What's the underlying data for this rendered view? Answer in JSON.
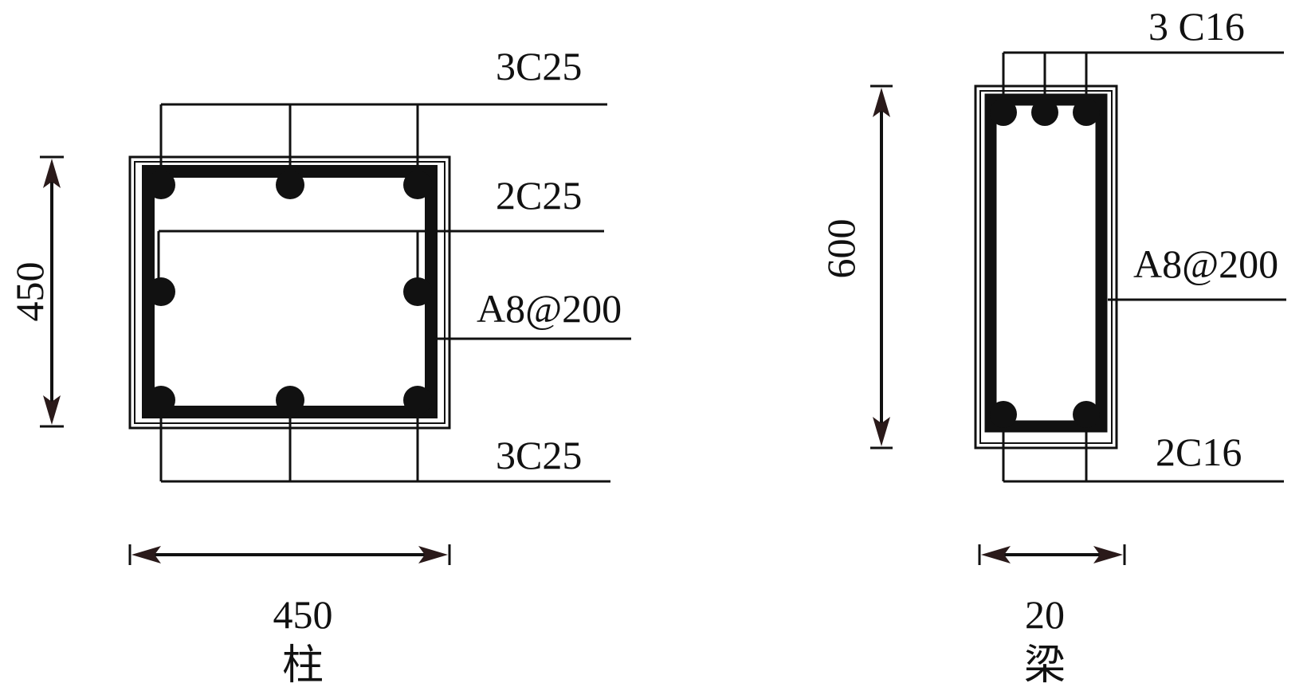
{
  "column": {
    "top_bars": "3C25",
    "middle_bars": "2C25",
    "stirrup": "A8@200",
    "bottom_bars": "3C25",
    "height_dim": "450",
    "width_dim": "450",
    "caption": "柱"
  },
  "beam": {
    "top_bars": "3 C16",
    "stirrup": "A8@200",
    "bottom_bars": "2C16",
    "height_dim": "600",
    "width_dim": "20",
    "caption": "梁"
  },
  "colors": {
    "line": "#111111",
    "arrow": "#2a1a1a",
    "background": "#ffffff"
  }
}
